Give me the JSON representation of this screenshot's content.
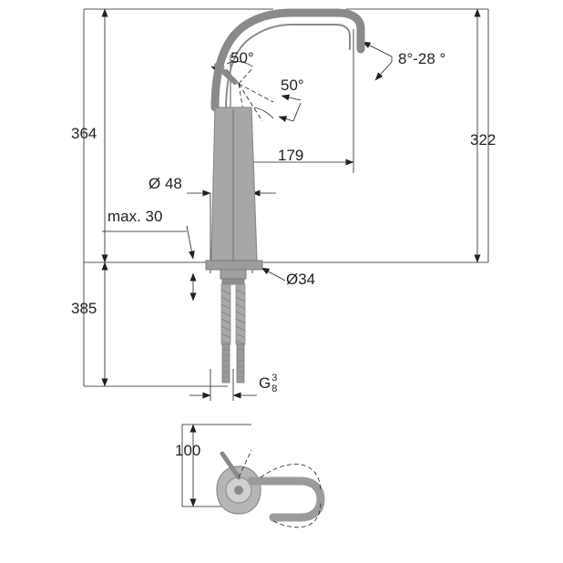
{
  "drawing": {
    "title": "Technical dimension drawing of a tall single-lever basin mixer tap",
    "line_color": "#231f20",
    "fixture_color": "#8a8a8d",
    "background": "#ffffff"
  },
  "dimensions": {
    "height_total": "364",
    "height_spout": "322",
    "spout_reach": "179",
    "diameter_body": "Ø 48",
    "max_thickness": "max. 30",
    "hole_diameter": "Ø34",
    "flex_length": "385",
    "lever_height": "100",
    "angle_lever_left": "50°",
    "angle_lever_right": "50°",
    "angle_spout": "8°-28 °",
    "thread": {
      "label": "G",
      "numerator": "3",
      "denominator": "8"
    }
  }
}
